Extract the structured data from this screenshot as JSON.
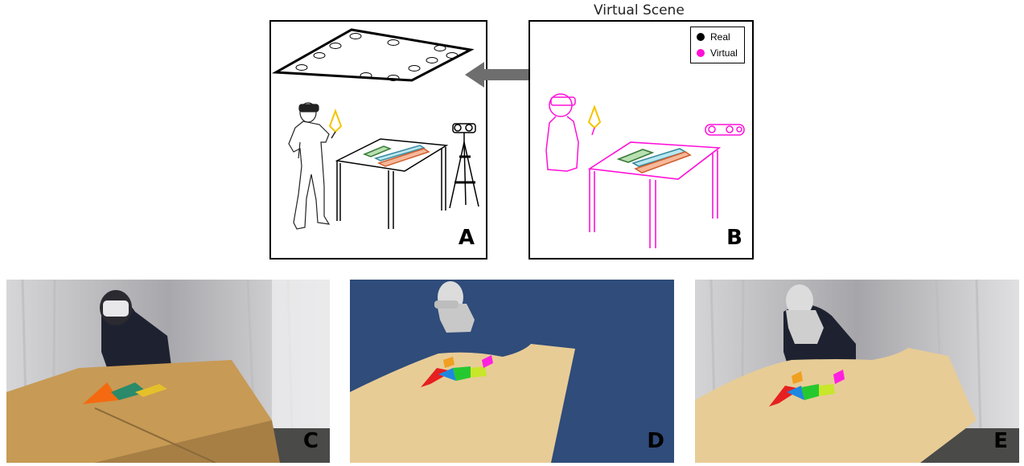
{
  "panels": {
    "a": {
      "label": "A"
    },
    "b": {
      "label": "B",
      "title": "Virtual Scene",
      "legend": [
        {
          "label": "Real",
          "color": "#000000"
        },
        {
          "label": "Virtual",
          "color": "#ff10d8"
        }
      ]
    },
    "c": {
      "label": "C"
    },
    "d": {
      "label": "D"
    },
    "e": {
      "label": "E"
    }
  },
  "colors": {
    "virtual": "#ff10d8",
    "real": "#000000",
    "arrow": "#6e6e6e",
    "table_wood": "#e8cc96",
    "unity_bg": "#2f4c7a",
    "controller": "#f5c400"
  },
  "icons": [
    "ceiling-tracking-rig-icon",
    "person-icon",
    "controller-icon",
    "camera-tripod-icon",
    "table-icon",
    "sync-arrow-icon",
    "headset-avatar-icon",
    "depth-camera-icon"
  ]
}
